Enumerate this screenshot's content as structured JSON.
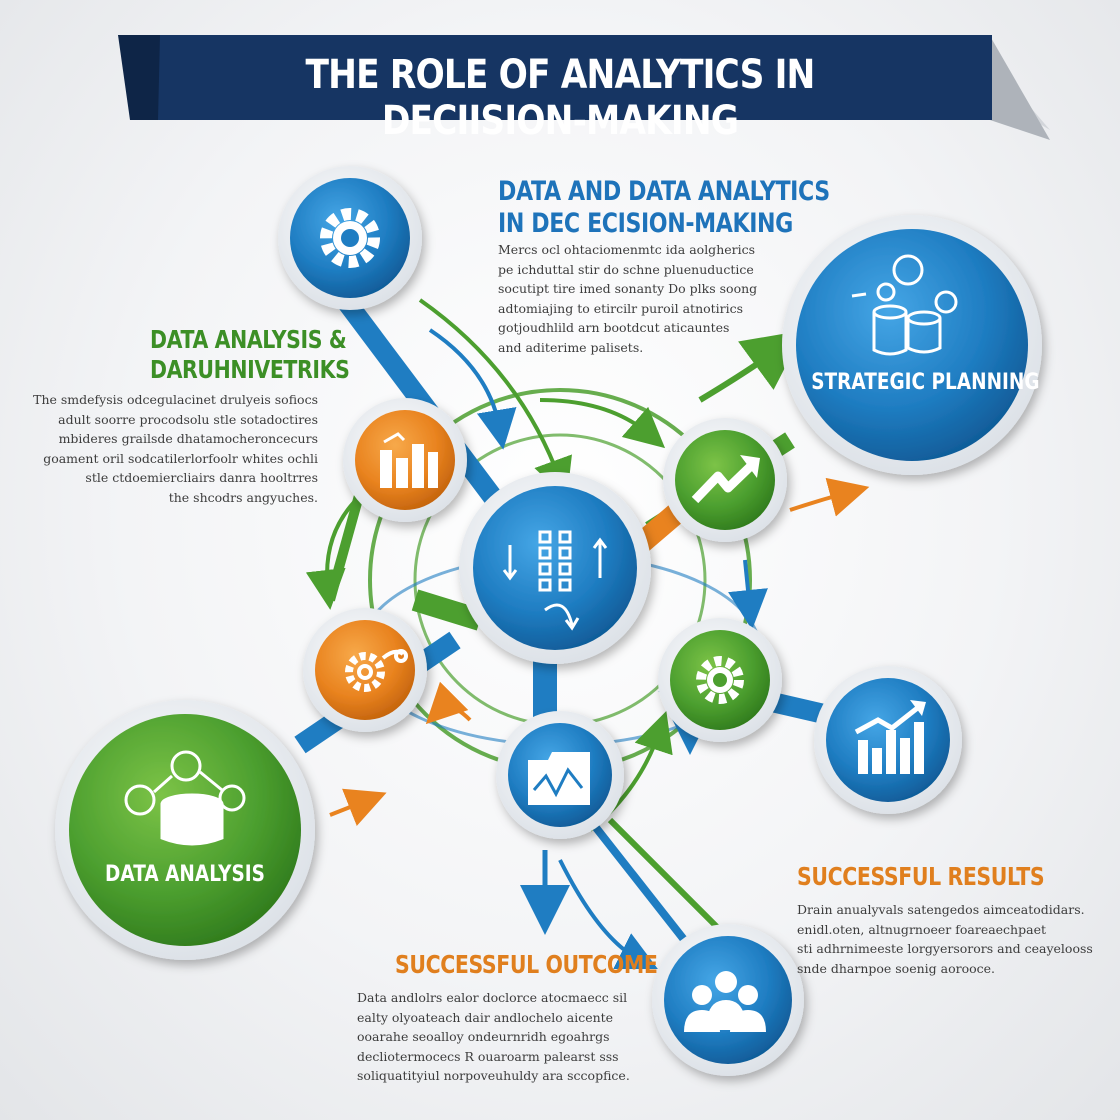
{
  "banner": {
    "title": "THE ROLE OF ANALYTICS IN DECIISION-MAKING"
  },
  "sections": {
    "top_center": {
      "heading_line1": "DATA AND DATA ANALYTICS",
      "heading_line2": "IN DEC ECISION-MAKING",
      "body": [
        "Mercs ocl ohtaciomenmtc ida aolgherics",
        "pe ichduttal stir do schne pluenuductice",
        "socutipt tire imed sonanty Do plks soong",
        "adtomiajing to etircilr puroil atnotirics",
        "gotjoudhlild arn bootdcut aticauntes",
        "and aditerime palisets."
      ]
    },
    "left": {
      "heading_line1": "DATA ANALYSIS &",
      "heading_line2": "DARUHNIVETRIKS",
      "body": [
        "The smdefysis odcegulacinet drulyeis sofiocs",
        "adult soorre procodsolu stle sotadoctires",
        "mbideres grailsde dhatamocheroncecurs",
        "goament oril sodcatilerlorfoolr whites ochli",
        "stle ctdoemiercliairs danra hooltrres",
        "the shcodrs angyuches."
      ]
    },
    "successful_outcome": {
      "heading": "SUCCESSFUL OUTCOME",
      "body": [
        "Data andlolrs ealor doclorce atocmaecc sil",
        "ealty olyoateach dair andlochelo aicente",
        "ooarahe seoalloy ondeurnridh egoahrgs",
        "decliotermocecs R ouaroarm palearst sss",
        "soliquatityiul norpoveuhuldy ara sccopfice."
      ]
    },
    "successful_results": {
      "heading": "SUCCESSFUL RESULTS",
      "body": [
        "Drain anualyvals satengedos aimceatodidars.",
        "enidl.oten, altnugrnoeer foareaechpaet",
        "sti adhrnimeeste lorgyersorors and ceayelooss",
        "snde dharnpoe soenig aorooce."
      ]
    }
  },
  "circles": {
    "strategic_planning": {
      "label": "STRATEGIC PLANNING"
    },
    "data_analysis": {
      "label": "DATA ANALYSIS"
    }
  },
  "colors": {
    "navy": "#163563",
    "blue": "#1f7dc2",
    "blue_dark": "#0f5a96",
    "green": "#4c9f2f",
    "orange": "#e9831f",
    "heading_blue": "#1e73ba",
    "heading_green": "#3c8f26",
    "heading_orange": "#e07f1e"
  },
  "icons": {
    "top_gear": "gear-icon",
    "orange_top": "bar-chart-icon",
    "orange_bottom": "gear-cycle-icon",
    "green_trend": "trend-up-arrow-icon",
    "green_gear": "gear-icon",
    "center": "data-flow-icon",
    "blue_chart": "rising-bar-chart-icon",
    "blue_report": "report-folder-icon",
    "people": "team-icon",
    "strategic": "database-strategy-icon",
    "data_analysis": "database-analysis-icon"
  }
}
